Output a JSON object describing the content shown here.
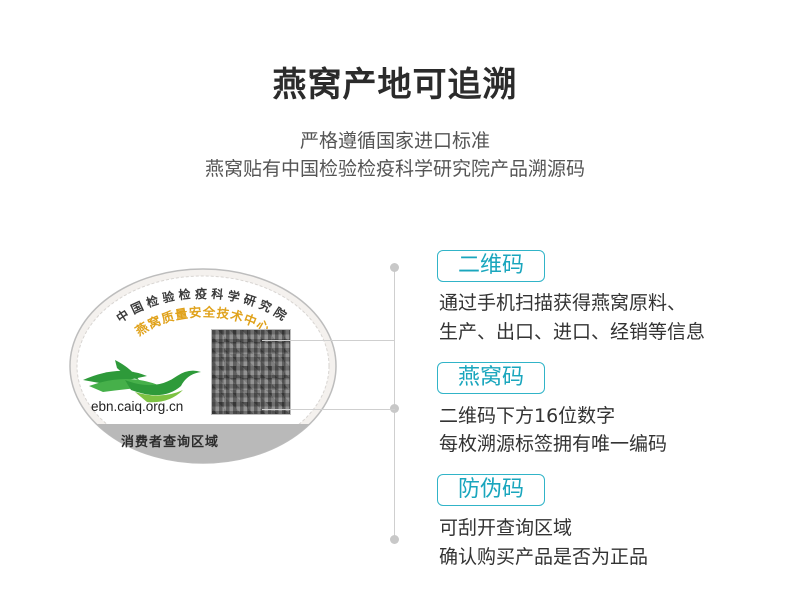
{
  "header": {
    "title": "燕窝产地可追溯",
    "subtitle_line1": "严格遵循国家进口标准",
    "subtitle_line2": "燕窝贴有中国检验检疫科学研究院产品溯源码"
  },
  "seal": {
    "arc_text_outer": "中国检验检疫科学研究院",
    "arc_text_inner": "燕窝质量安全技术中心",
    "url": "ebn.caiq.org.cn",
    "footer": "消费者查询区域",
    "colors": {
      "green": "#2e9a3a",
      "gold": "#e0a21b",
      "grey": "#bdbdbd"
    }
  },
  "features": [
    {
      "tag": "二维码",
      "line1": "通过手机扫描获得燕窝原料、",
      "line2": "生产、出口、进口、经销等信息"
    },
    {
      "tag": "燕窝码",
      "line1": "二维码下方16位数字",
      "line2": "每枚溯源标签拥有唯一编码"
    },
    {
      "tag": "防伪码",
      "line1": "可刮开查询区域",
      "line2": "确认购买产品是否为正品"
    }
  ],
  "colors": {
    "accent": "#31b4c8",
    "line": "#cfcfcf",
    "text": "#333333"
  }
}
